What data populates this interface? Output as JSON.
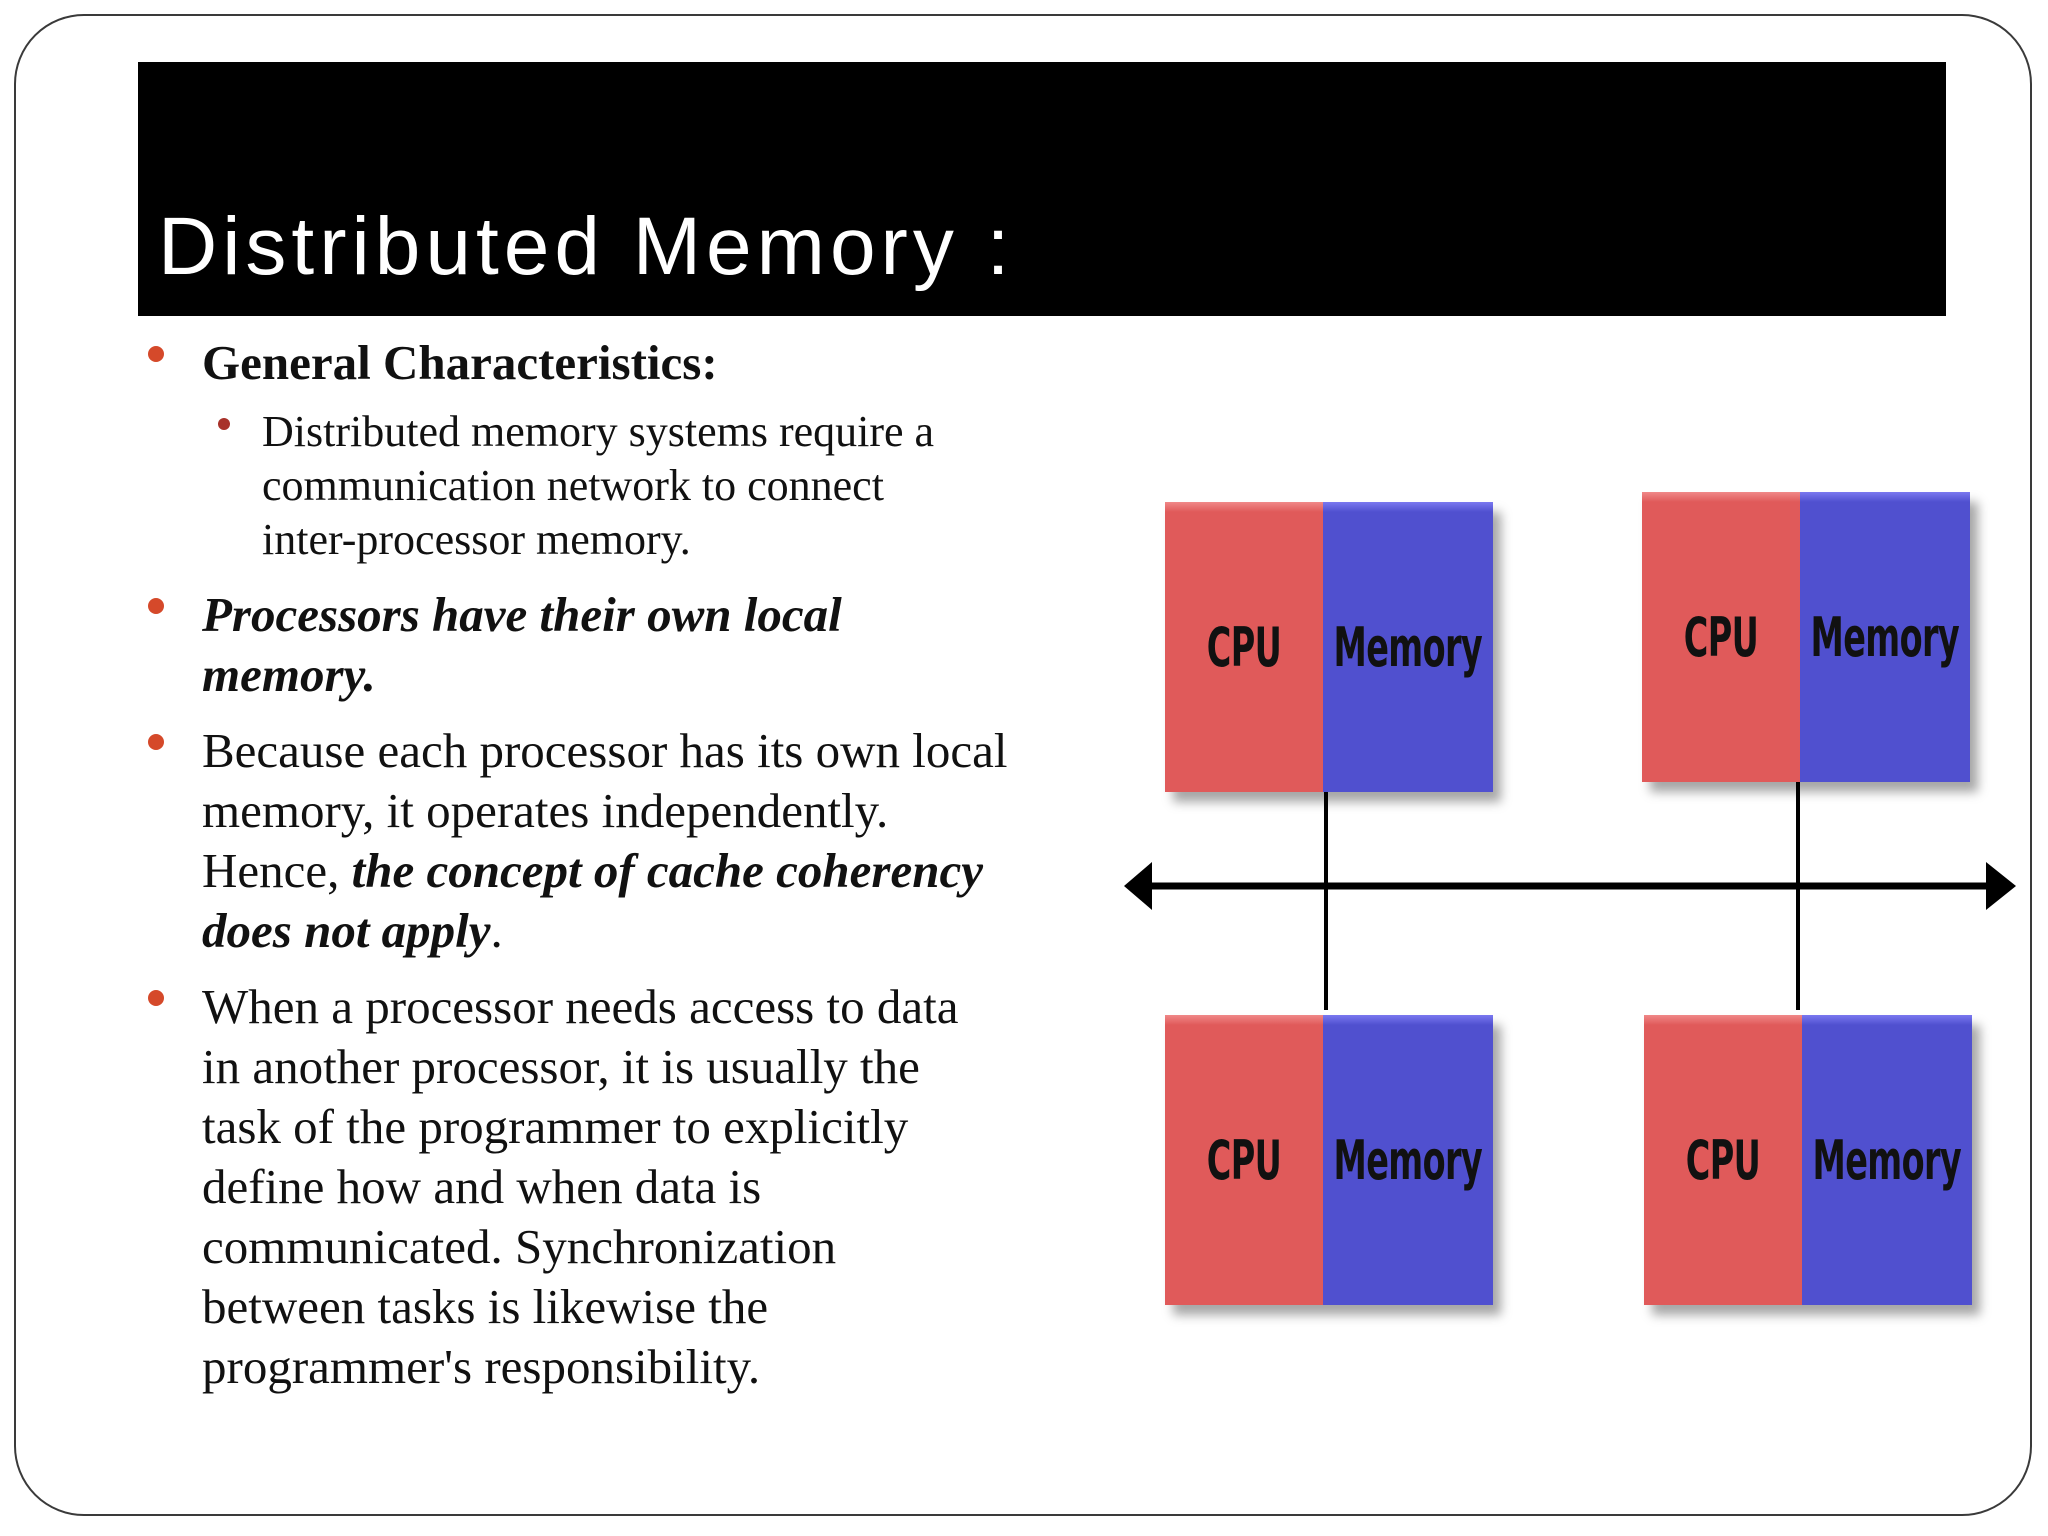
{
  "slide": {
    "title": "Distributed Memory :"
  },
  "bullets": {
    "b1": {
      "heading": "General Characteristics:"
    },
    "b1_sub": {
      "l1": "Distributed memory systems require a",
      "l2": "communication network to connect",
      "l3": "inter-processor memory."
    },
    "b2": {
      "l1": "Processors have their own local",
      "l2": "memory."
    },
    "b3": {
      "l1": "Because each processor has its own local",
      "l2": "memory, it operates independently.",
      "l3_plain": "Hence, ",
      "l3_emph": "the concept of cache coherency",
      "l4_emph": "does not apply",
      "l4_end": "."
    },
    "b4": {
      "l1": "When a processor needs access to data",
      "l2": "in another processor, it is usually the",
      "l3": "task of the programmer to explicitly",
      "l4": "define how and when data is",
      "l5": "communicated. Synchronization",
      "l6": "between tasks is likewise the",
      "l7": "programmer's responsibility."
    }
  },
  "diagram": {
    "cpu_label": "CPU",
    "memory_label": "Memory",
    "colors": {
      "cpu": "#e05a5a",
      "memory": "#5050cf",
      "bus": "#000000"
    }
  }
}
